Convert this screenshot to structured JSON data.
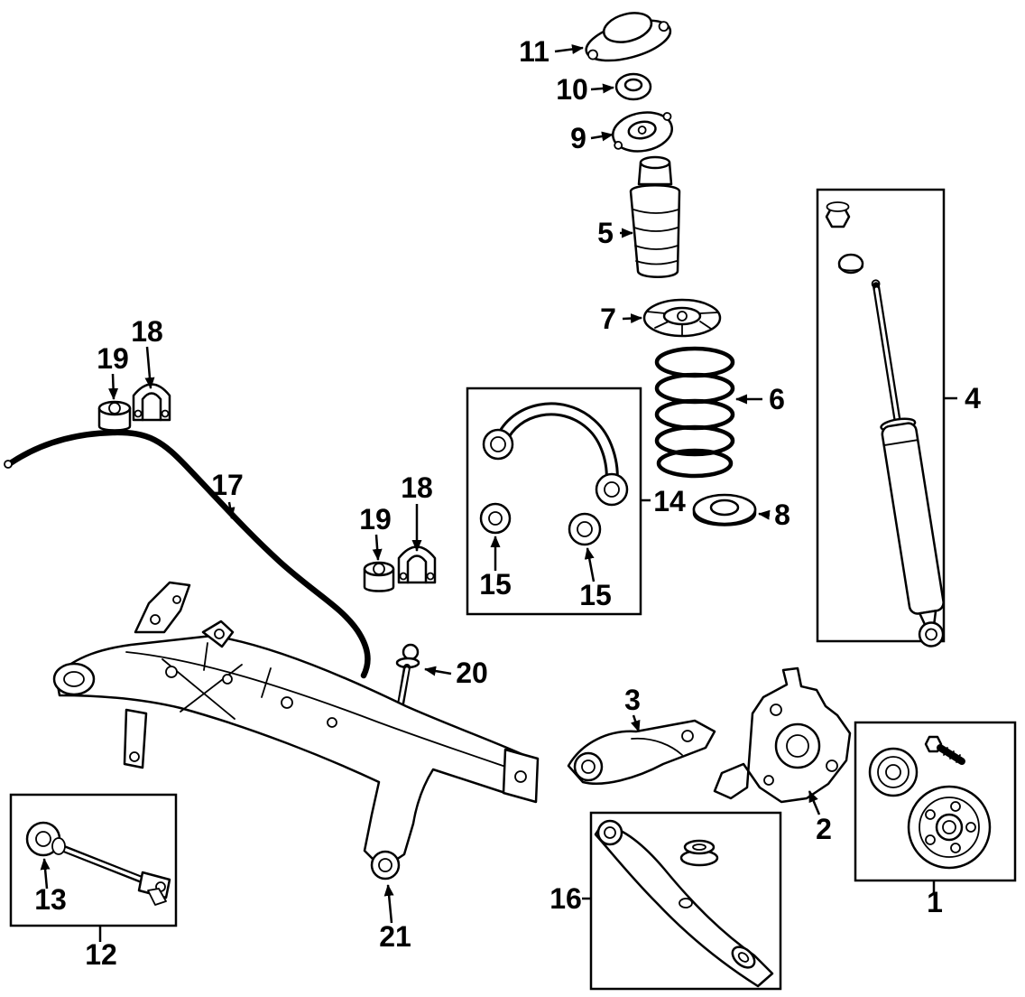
{
  "diagram": {
    "colors": {
      "background": "#ffffff",
      "line": "#000000"
    },
    "callouts": {
      "c1": {
        "label": "1"
      },
      "c2": {
        "label": "2"
      },
      "c3": {
        "label": "3"
      },
      "c4": {
        "label": "4"
      },
      "c5": {
        "label": "5"
      },
      "c6": {
        "label": "6"
      },
      "c7": {
        "label": "7"
      },
      "c8": {
        "label": "8"
      },
      "c9": {
        "label": "9"
      },
      "c10": {
        "label": "10"
      },
      "c11": {
        "label": "11"
      },
      "c12": {
        "label": "12"
      },
      "c13": {
        "label": "13"
      },
      "c14": {
        "label": "14"
      },
      "c15a": {
        "label": "15"
      },
      "c15b": {
        "label": "15"
      },
      "c16": {
        "label": "16"
      },
      "c17": {
        "label": "17"
      },
      "c18a": {
        "label": "18"
      },
      "c18b": {
        "label": "18"
      },
      "c19a": {
        "label": "19"
      },
      "c19b": {
        "label": "19"
      },
      "c20": {
        "label": "20"
      },
      "c21": {
        "label": "21"
      }
    }
  }
}
